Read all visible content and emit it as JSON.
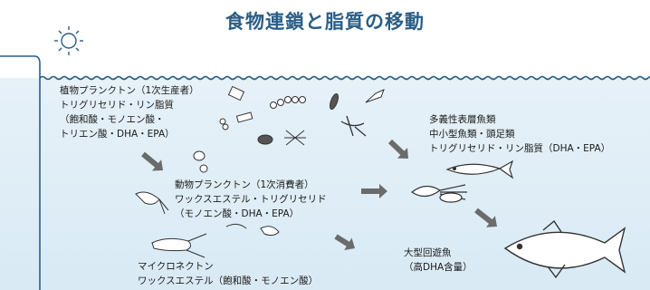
{
  "title": "食物連鎖と脂質の移動",
  "groups": {
    "phytoplankton": [
      "植物プランクトン（1次生産者）",
      "トリグリセリド・リン脂質",
      "（飽和酸・モノエン酸・",
      "トリエン酸・DHA・EPA）"
    ],
    "zooplankton": [
      "動物プランクトン（1次消費者）",
      "ワックスエステル・トリグリセリド",
      "（モノエン酸・DHA・EPA）"
    ],
    "micronekton": [
      "マイクロネクトン",
      "ワックスエステル（飽和酸・モノエン酸）"
    ],
    "fish_squid": [
      "多義性表層魚類",
      "中小型魚類・頭足類",
      "トリグリセリド・リン脂質（DHA・EPA）"
    ],
    "large_fish": [
      "大型回遊魚",
      "（高DHA含量）"
    ]
  },
  "icons": [
    "sun-icon",
    "phytoplankton-icon",
    "zooplankton-icon",
    "shrimp-icon",
    "small-fish-icon",
    "squid-icon",
    "tuna-icon",
    "arrow-icon"
  ],
  "colors": {
    "title": "#2b5e86",
    "water_line": "#2b5e86",
    "arrow": "#6b6b6b",
    "water": "#e6f1f8"
  }
}
